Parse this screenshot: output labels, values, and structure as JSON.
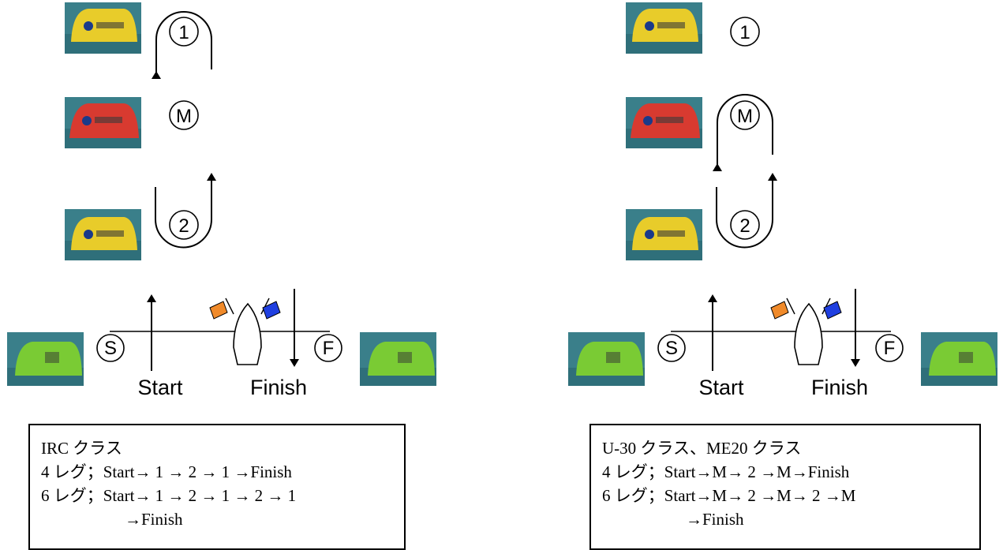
{
  "left": {
    "marks": {
      "top": "1",
      "mid": "M",
      "bottom": "2",
      "start": "S",
      "finish": "F"
    },
    "line_labels": {
      "start": "Start",
      "finish": "Finish"
    },
    "info": {
      "title": "IRC クラス",
      "leg4": "4 レグ；Start→ 1 → 2 → 1 →Finish",
      "leg6": "6 レグ；Start→ 1 → 2 → 1 → 2 → 1",
      "leg6_cont": "→Finish"
    }
  },
  "right": {
    "marks": {
      "top": "1",
      "mid": "M",
      "bottom": "2",
      "start": "S",
      "finish": "F"
    },
    "line_labels": {
      "start": "Start",
      "finish": "Finish"
    },
    "info": {
      "title": "U-30 クラス、ME20 クラス",
      "leg4": "4 レグ；Start→M→ 2 →M→Finish",
      "leg6": "6 レグ；Start→M→ 2 →M→ 2 →M",
      "leg6_cont": "→Finish"
    }
  },
  "colors": {
    "buoy_yellow": "#e8cc2a",
    "buoy_red": "#d83a30",
    "buoy_green": "#7acb34",
    "sea": "#2f6f7a",
    "flag_orange": "#f08a2a",
    "flag_blue": "#1f3fe0"
  },
  "icons": [
    "buoy-yellow-icon",
    "buoy-red-icon",
    "buoy-green-icon",
    "committee-boat-icon",
    "orange-flag-icon",
    "blue-flag-icon"
  ]
}
